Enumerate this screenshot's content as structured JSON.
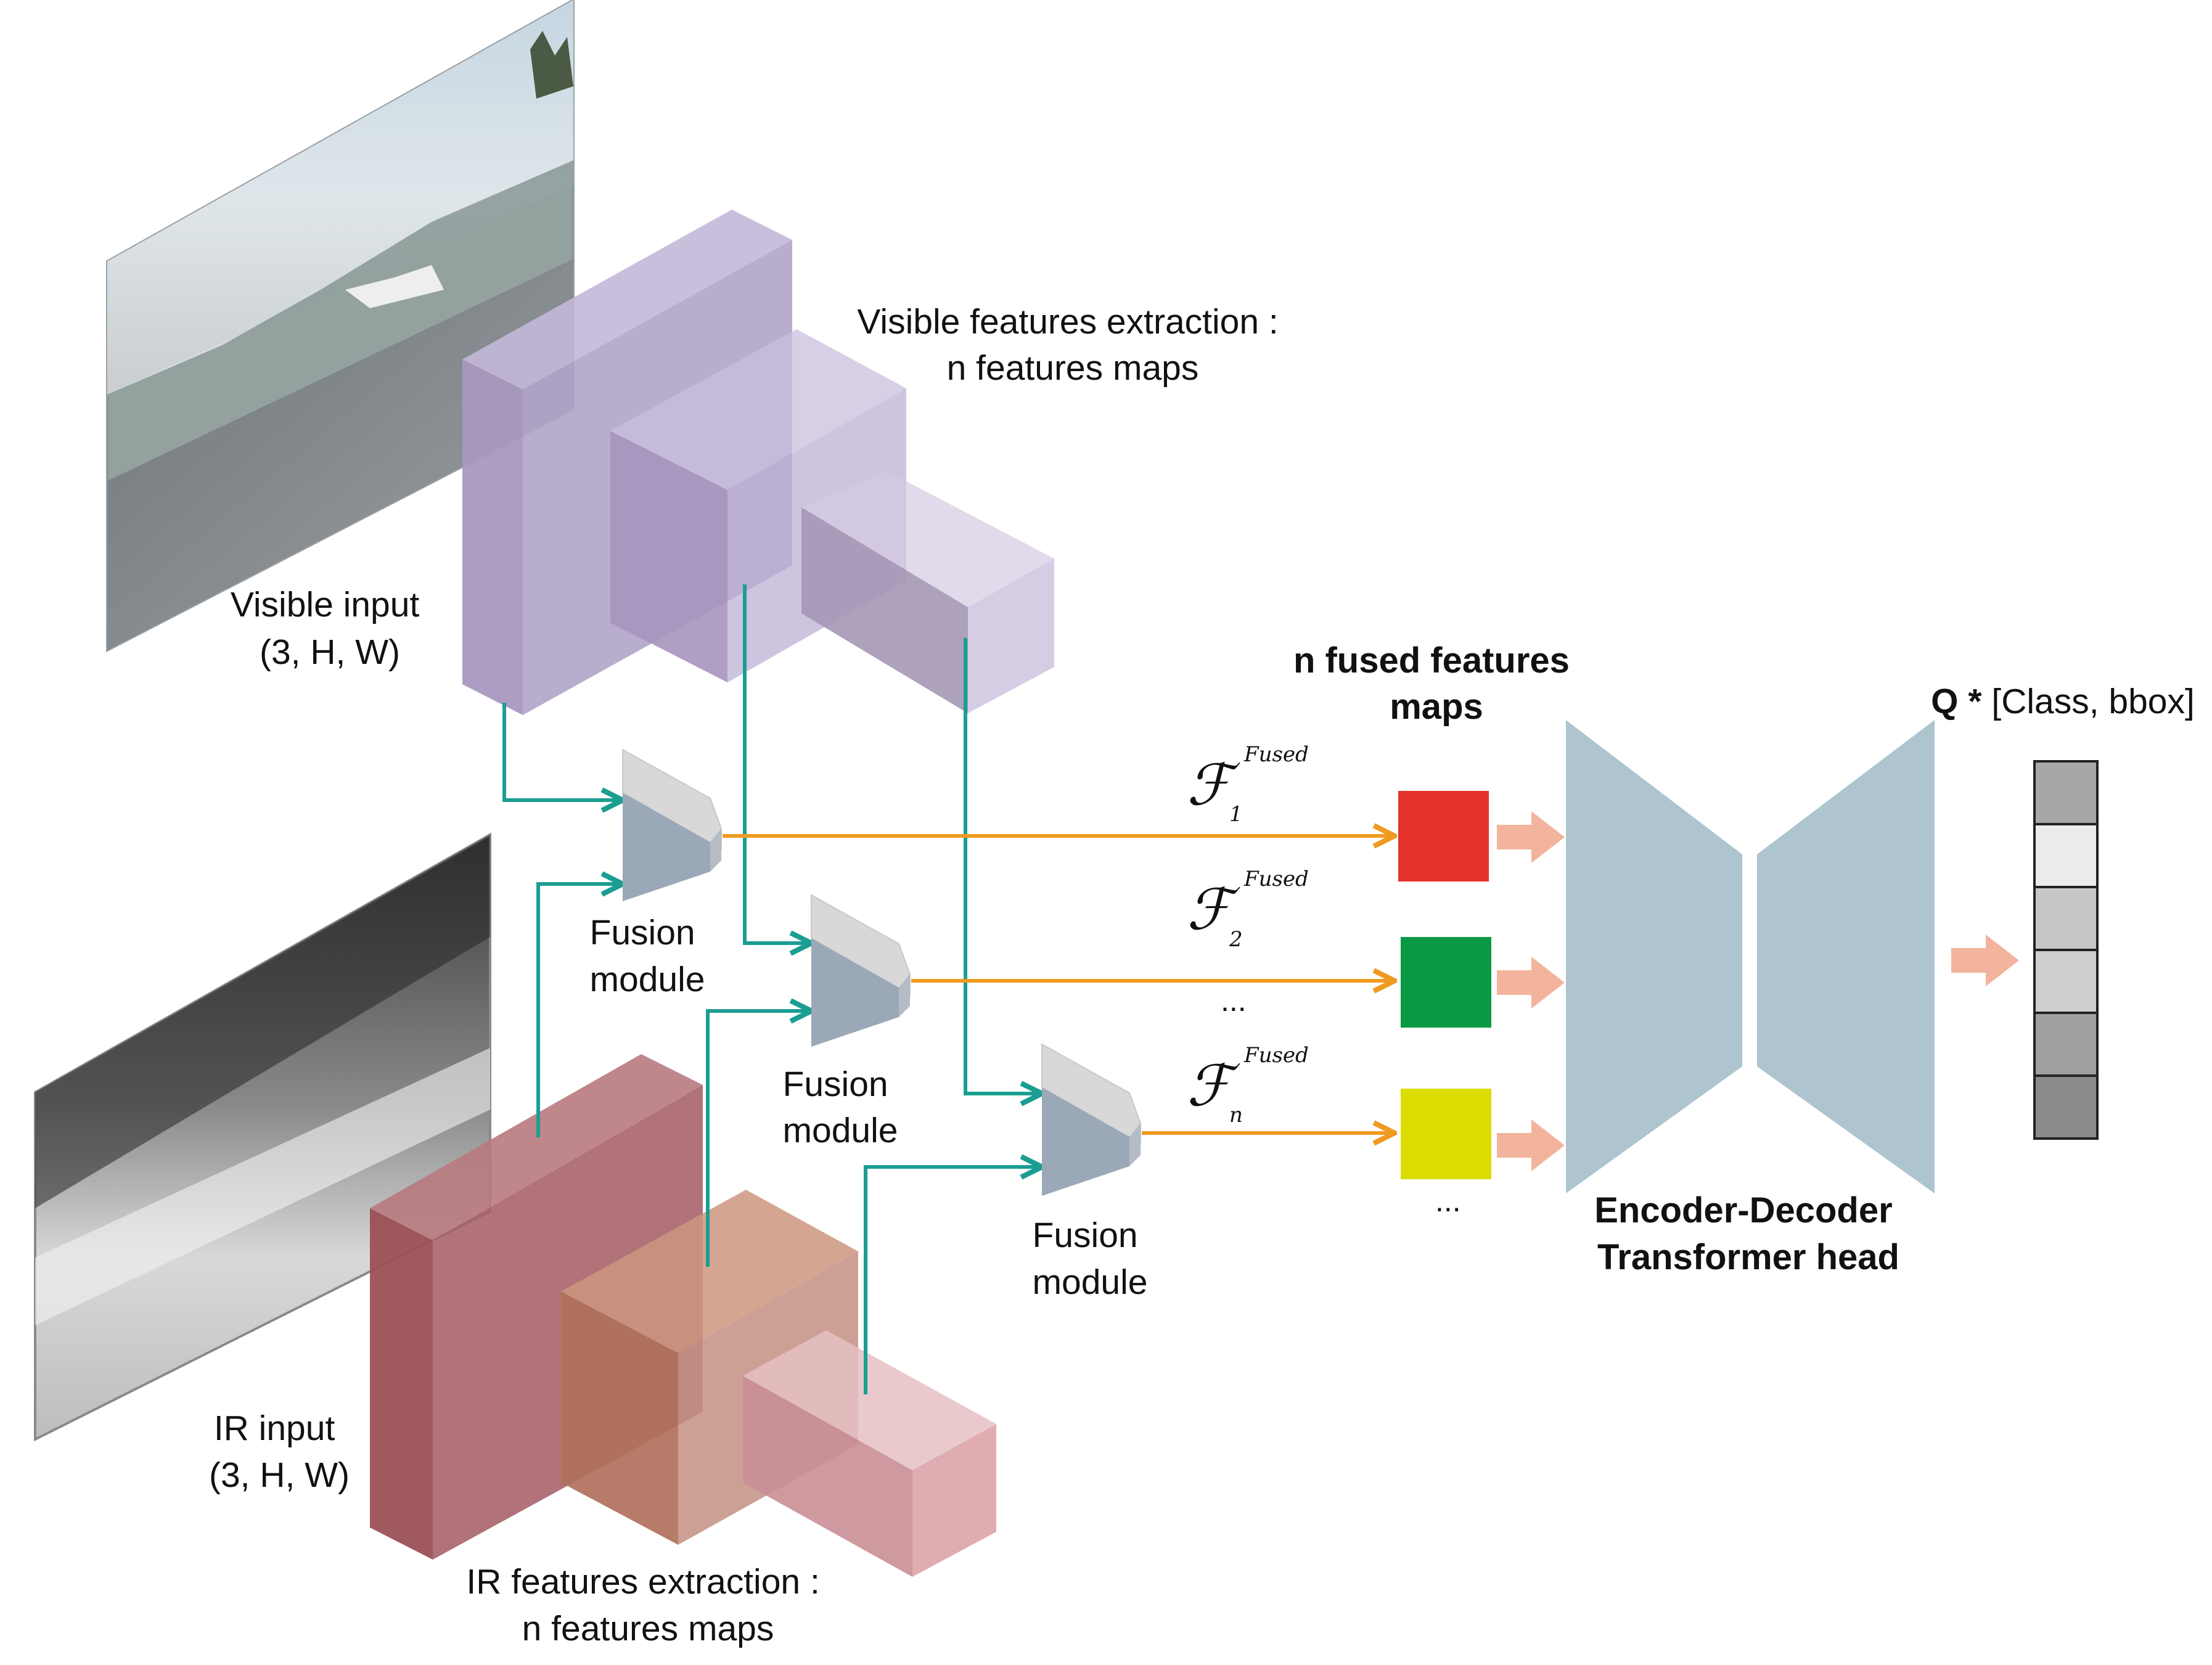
{
  "labels": {
    "visible_input": [
      "Visible input",
      "(3, H, W)"
    ],
    "ir_input": [
      "IR input",
      "(3, H, W)"
    ],
    "visible_extraction": [
      "Visible features extraction :",
      "n features maps"
    ],
    "ir_extraction": [
      "IR features extraction :",
      "n features maps"
    ],
    "fusion_module": [
      "Fusion",
      "module"
    ],
    "fused_maps": [
      "n fused features",
      "maps"
    ],
    "transformer": [
      "Encoder-Decoder",
      "Transformer head"
    ],
    "output_bold": "Q *",
    "output_rest": " [Class, bbox]",
    "ellipsis": "..."
  },
  "fused_symbols": [
    {
      "symbol": "ℱ",
      "superscript": "Fused",
      "subscript": "1"
    },
    {
      "symbol": "ℱ",
      "superscript": "Fused",
      "subscript": "2"
    },
    {
      "symbol": "ℱ",
      "superscript": "Fused",
      "subscript": "n"
    }
  ],
  "fused_map_colors": [
    "#e3332a",
    "#0a9a43",
    "#dcdc00"
  ],
  "output_cell_colors": [
    "#a7a7a7",
    "#ececec",
    "#c6c6c6",
    "#cfcfcf",
    "#9f9f9f",
    "#8a8a8a"
  ],
  "colors": {
    "visible_blocks": "#b0a4c8",
    "ir_blocks": "#a65f66",
    "ir_block_mid": "#bd7f6d",
    "ir_block_small": "#dba4a9",
    "teal_connector": "#1b9e92",
    "orange_arrow": "#ef9a22",
    "salmon_arrow": "#f2b49c",
    "transformer": "#aec4cf",
    "fusion_body": "#9ba8b8",
    "fusion_top": "#d5d5d5"
  }
}
